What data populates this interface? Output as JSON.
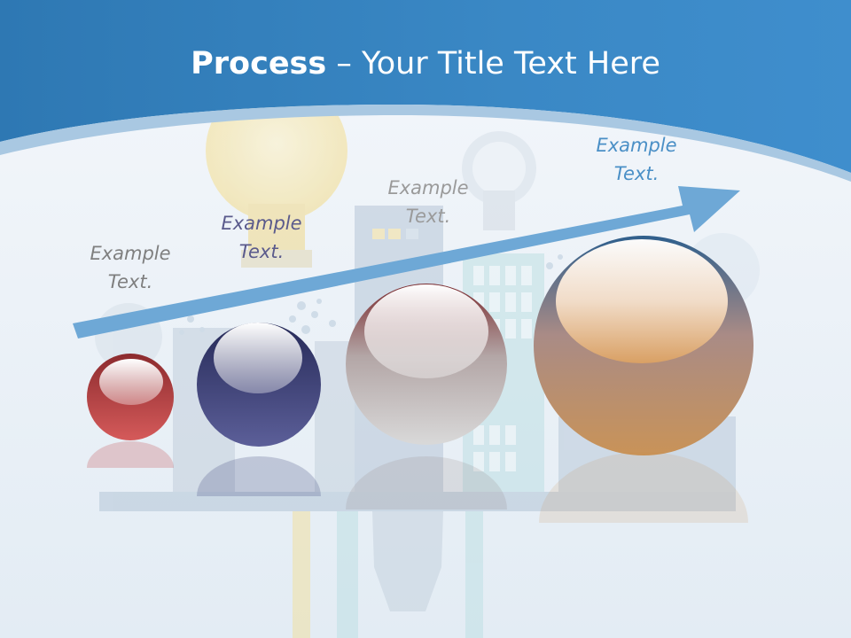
{
  "title": {
    "bold": "Process",
    "dash": " – ",
    "rest": "Your Title Text Here"
  },
  "steps": [
    {
      "line1": "Example",
      "line2": "Text.",
      "color": "#7f7f7f"
    },
    {
      "line1": "Example",
      "line2": "Text.",
      "color": "#5a5a8c"
    },
    {
      "line1": "Example",
      "line2": "Text.",
      "color": "#9a9a9a"
    },
    {
      "line1": "Example",
      "line2": "Text.",
      "color": "#4a8fc6"
    }
  ],
  "colors": {
    "header_blue": "#3a87c4",
    "arrow_blue": "#6ea8d6",
    "sphere_red": "#c0464a",
    "sphere_navy": "#454a80",
    "sphere_gray": "#8e7f80",
    "sphere_orange": "#c98b4f"
  }
}
